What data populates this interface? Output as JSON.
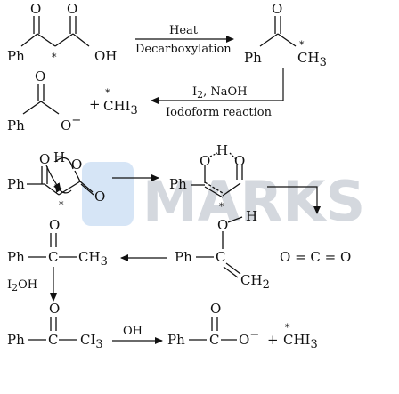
{
  "reaction1": {
    "reactant": {
      "ph": "Ph",
      "oh": "OH",
      "o1": "O",
      "o2": "O",
      "star": "*"
    },
    "conditions": [
      "Heat",
      "Decarboxylation"
    ],
    "product": {
      "ph": "Ph",
      "o": "O",
      "ch3": "CH",
      "ch3_sub": "3",
      "star": "*"
    }
  },
  "reaction2": {
    "conditions": [
      "I",
      "2",
      ", NaOH",
      "Iodoform reaction"
    ],
    "product": {
      "ph": "Ph",
      "o": "O",
      "ominus": "O",
      "minus": "−",
      "plus": "+",
      "chi3": "CHI",
      "chi3_sub": "3",
      "star": "*"
    }
  },
  "mechanism": {
    "keto": {
      "ph": "Ph",
      "o": "O",
      "h": "H",
      "o_bridge": "O",
      "o_right": "O",
      "star": "*"
    },
    "ts": {
      "ph": "Ph",
      "o1": "O",
      "h": "H",
      "o2": "O",
      "star": "*"
    },
    "enol": {
      "ph": "Ph",
      "c": "C",
      "o": "O",
      "h": "H",
      "ch2": "CH",
      "ch2_sub": "2"
    },
    "co2": "O = C = O",
    "ketone": {
      "ph": "Ph",
      "c": "C",
      "ch3": "CH",
      "ch3_sub": "3",
      "o": "O"
    },
    "reagent_i2": {
      "i": "I",
      "sub": "2",
      "rest": "OH"
    },
    "triiodo": {
      "ph": "Ph",
      "c": "C",
      "ci3": "CI",
      "ci3_sub": "3",
      "o": "O"
    },
    "base": {
      "oh": "OH",
      "minus": "−"
    },
    "carboxylate": {
      "ph": "Ph",
      "c": "C",
      "ominus": "O",
      "minus": "−",
      "o": "O"
    },
    "iodoform": {
      "plus": "+",
      "chi3": "CHI",
      "sub": "3",
      "star": "*"
    }
  },
  "watermark": {
    "text": "MARKS",
    "color": "#d4d8de",
    "logo_color": "#cfe0f5"
  }
}
